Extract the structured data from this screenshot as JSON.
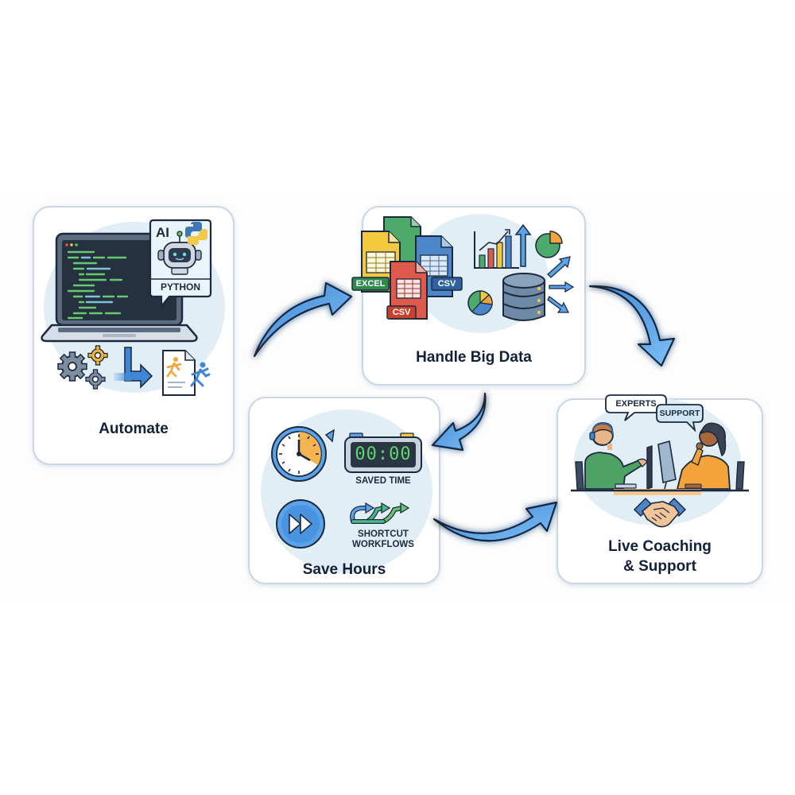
{
  "diagram": {
    "type": "cycle-flow",
    "cards": [
      {
        "id": "automate",
        "title": "Automate",
        "badges": {
          "ai": "AI",
          "python": "PYTHON"
        },
        "icons": [
          "laptop-code-icon",
          "robot-icon",
          "python-logo-icon",
          "gears-icon",
          "arrow-turn-icon",
          "document-runner-icon"
        ]
      },
      {
        "id": "big-data",
        "title": "Handle Big Data",
        "file_labels": [
          "EXCEL",
          "CSV",
          "CSV"
        ],
        "icons": [
          "spreadsheet-files-icon",
          "bar-chart-icon",
          "pie-chart-icon",
          "database-icon",
          "outflow-arrows-icon"
        ]
      },
      {
        "id": "save-hours",
        "title": "Save Hours",
        "timer_display": "00:00",
        "labels": {
          "saved_time": "SAVED TIME",
          "shortcut_line1": "SHORTCUT",
          "shortcut_line2": "WORKFLOWS"
        },
        "icons": [
          "clock-icon",
          "digital-timer-icon",
          "fast-forward-icon",
          "shortcut-arrows-icon"
        ]
      },
      {
        "id": "coaching",
        "title_line1": "Live Coaching",
        "title_line2": "& Support",
        "bubbles": {
          "experts": "EXPERTS",
          "support": "SUPPORT"
        },
        "icons": [
          "support-agent-icon",
          "client-icon",
          "monitor-icon",
          "handshake-icon"
        ]
      }
    ],
    "flow": [
      {
        "from": "automate",
        "to": "big-data"
      },
      {
        "from": "big-data",
        "to": "coaching"
      },
      {
        "from": "big-data",
        "to": "save-hours"
      },
      {
        "from": "save-hours",
        "to": "coaching"
      }
    ],
    "colors": {
      "arrow_fill": "#5aa2ea",
      "arrow_outline": "#16263f",
      "card_border": "#c9d6e4",
      "blob": "#e2eef6",
      "title_text": "#13203a",
      "excel_green": "#3f9a5a",
      "excel_yellow": "#f3c93f",
      "csv_blue": "#4a86c8",
      "csv_red": "#e05a4c",
      "accent_orange": "#f2a43a"
    }
  }
}
